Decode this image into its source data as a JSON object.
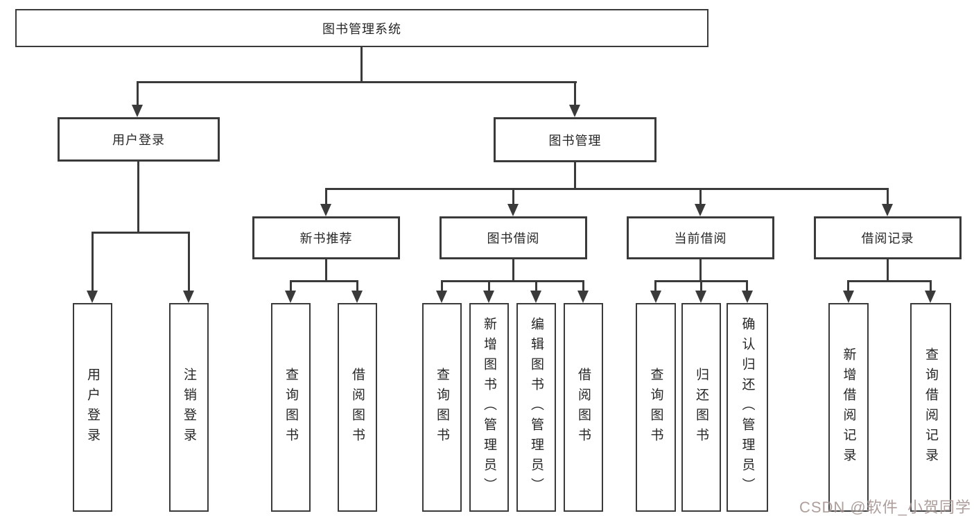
{
  "diagram": {
    "root": {
      "label": "图书管理系统"
    },
    "children": [
      {
        "label": "用户登录",
        "children": [
          {
            "label": "用户登录"
          },
          {
            "label": "注销登录"
          }
        ]
      },
      {
        "label": "图书管理",
        "children": [
          {
            "label": "新书推荐",
            "children": [
              {
                "label": "查询图书"
              },
              {
                "label": "借阅图书"
              }
            ]
          },
          {
            "label": "图书借阅",
            "children": [
              {
                "label": "查询图书"
              },
              {
                "label": "新增图书（管理员）"
              },
              {
                "label": "编辑图书（管理员）"
              },
              {
                "label": "借阅图书"
              }
            ]
          },
          {
            "label": "当前借阅",
            "children": [
              {
                "label": "查询图书"
              },
              {
                "label": "归还图书"
              },
              {
                "label": "确认归还（管理员）"
              }
            ]
          },
          {
            "label": "借阅记录",
            "children": [
              {
                "label": "新增借阅记录"
              },
              {
                "label": "查询借阅记录"
              }
            ]
          }
        ]
      }
    ],
    "watermark": "CSDN @软件_小贺同学",
    "colors": {
      "line": "#3a3a3a",
      "text": "#262626",
      "watermark": "#a08f8b"
    }
  }
}
